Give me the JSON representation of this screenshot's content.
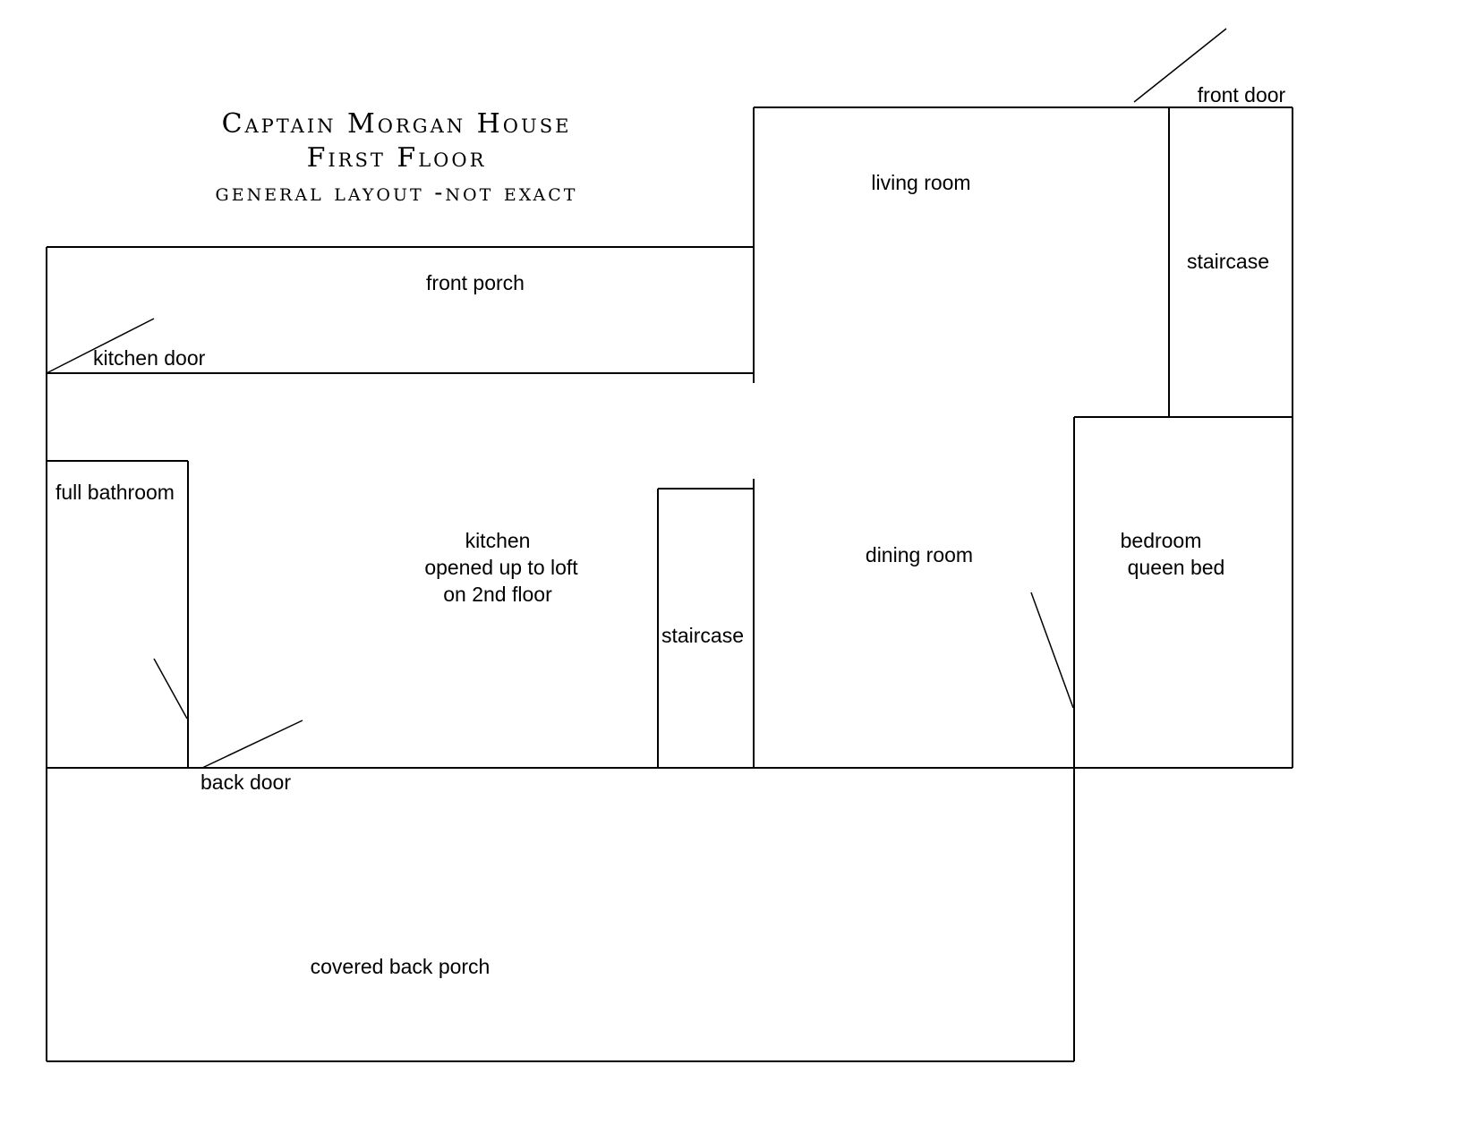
{
  "title": {
    "line1": "Captain Morgan House",
    "line2": "First Floor",
    "line3": "general layout -not exact"
  },
  "rooms": {
    "living_room": "living room",
    "staircase_front": "staircase",
    "front_porch": "front porch",
    "kitchen_door": "kitchen door",
    "full_bathroom": "full bathroom",
    "kitchen": [
      "kitchen",
      "opened up to loft",
      "on 2nd floor"
    ],
    "staircase_middle": "staircase",
    "dining_room": "dining room",
    "bedroom": [
      "bedroom",
      "queen bed"
    ],
    "back_door": "back door",
    "front_door": "front door",
    "covered_back_porch": "covered back porch"
  },
  "colors": {
    "lines": "#000000",
    "background": "#ffffff"
  }
}
